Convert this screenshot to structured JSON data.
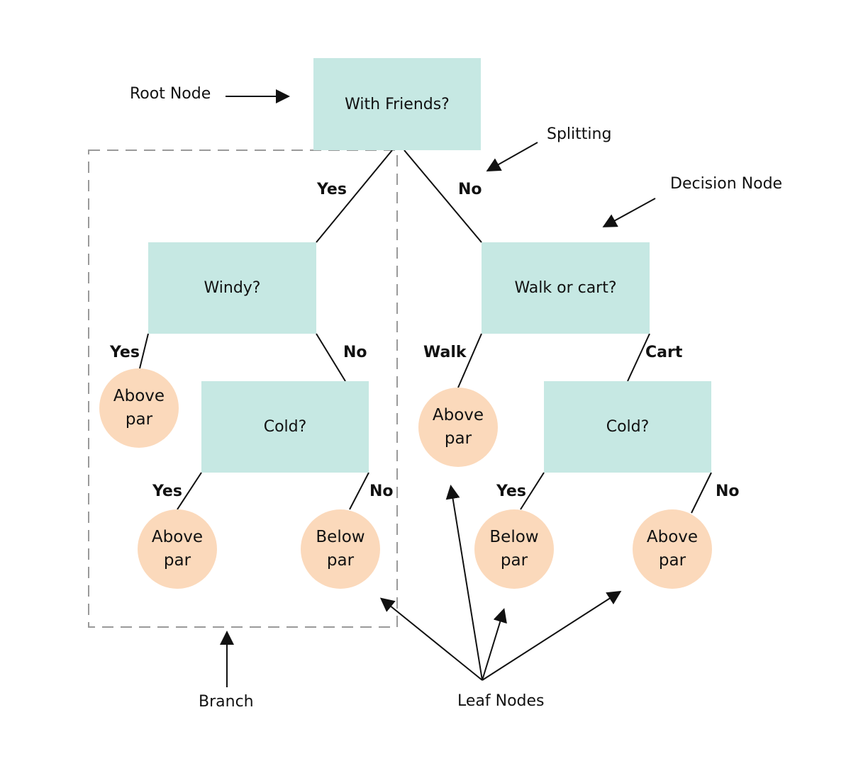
{
  "nodes": {
    "root": "With Friends?",
    "windy": "Windy?",
    "walk_or_cart": "Walk or cart?",
    "cold_left": "Cold?",
    "cold_right": "Cold?"
  },
  "leaves": {
    "above_par_1": [
      "Above",
      "par"
    ],
    "above_par_2": [
      "Above",
      "par"
    ],
    "below_par_1": [
      "Below",
      "par"
    ],
    "above_par_3": [
      "Above",
      "par"
    ],
    "below_par_2": [
      "Below",
      "par"
    ],
    "above_par_4": [
      "Above",
      "par"
    ]
  },
  "edge_labels": {
    "root_yes": "Yes",
    "root_no": "No",
    "windy_yes": "Yes",
    "windy_no": "No",
    "cold_left_yes": "Yes",
    "cold_left_no": "No",
    "walk": "Walk",
    "cart": "Cart",
    "cold_right_yes": "Yes",
    "cold_right_no": "No"
  },
  "callouts": {
    "root_node": "Root Node",
    "splitting": "Splitting",
    "decision_node": "Decision Node",
    "branch": "Branch",
    "leaf_nodes": "Leaf Nodes"
  },
  "colors": {
    "decision_fill": "#c6e8e3",
    "leaf_fill": "#fbd9bb",
    "line": "#111111",
    "branch_dash": "#9a9a9a"
  }
}
